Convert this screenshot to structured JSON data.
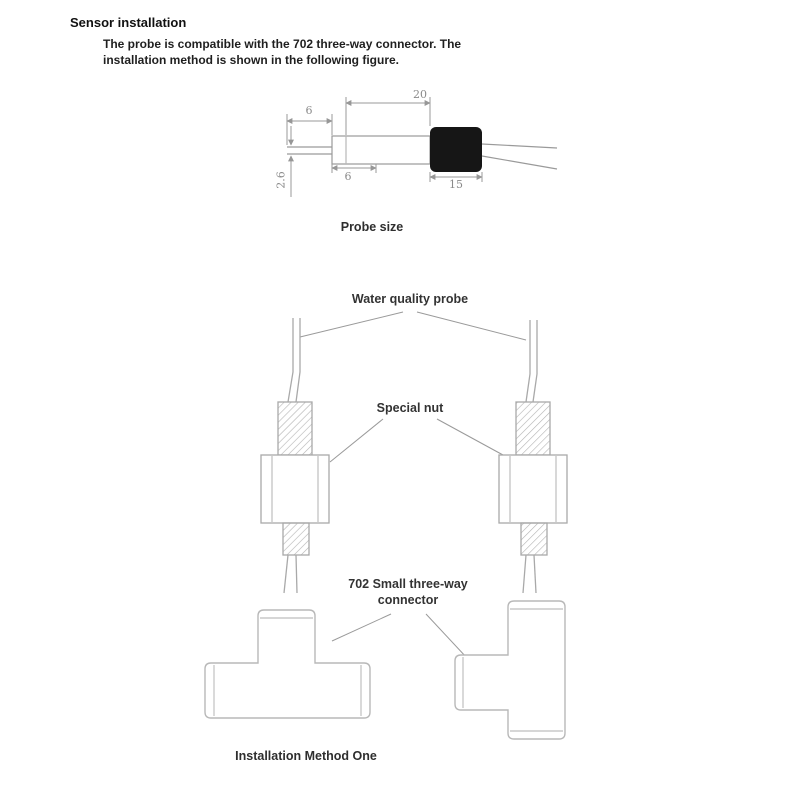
{
  "header": {
    "title": "Sensor installation",
    "description_line1": "The probe is compatible with the 702 three-way connector. The",
    "description_line2": "installation method is shown in the following figure."
  },
  "probe_figure": {
    "caption": "Probe size",
    "dimensions": {
      "wire_length": "6",
      "body_length": "20",
      "inner_length": "6",
      "tip_length": "15",
      "wire_gap": "2.6"
    }
  },
  "installation_figure": {
    "probe_label": "Water quality probe",
    "nut_label": "Special nut",
    "connector_label_line1": "702 Small three-way",
    "connector_label_line2": "connector",
    "caption": "Installation Method One"
  }
}
